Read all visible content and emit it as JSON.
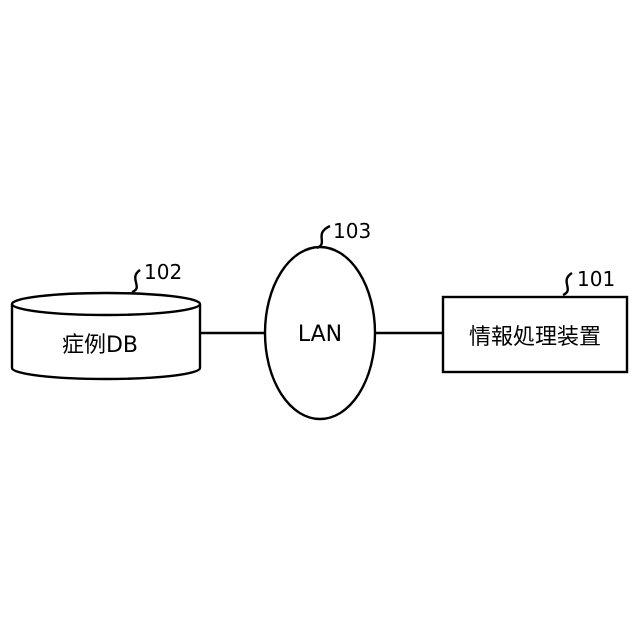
{
  "nodes": {
    "case_db": {
      "label": "症例DB",
      "ref": "102"
    },
    "lan": {
      "label": "LAN",
      "ref": "103"
    },
    "info_processor": {
      "label": "情報処理装置",
      "ref": "101"
    }
  },
  "colors": {
    "stroke": "#000000",
    "background": "#ffffff"
  }
}
